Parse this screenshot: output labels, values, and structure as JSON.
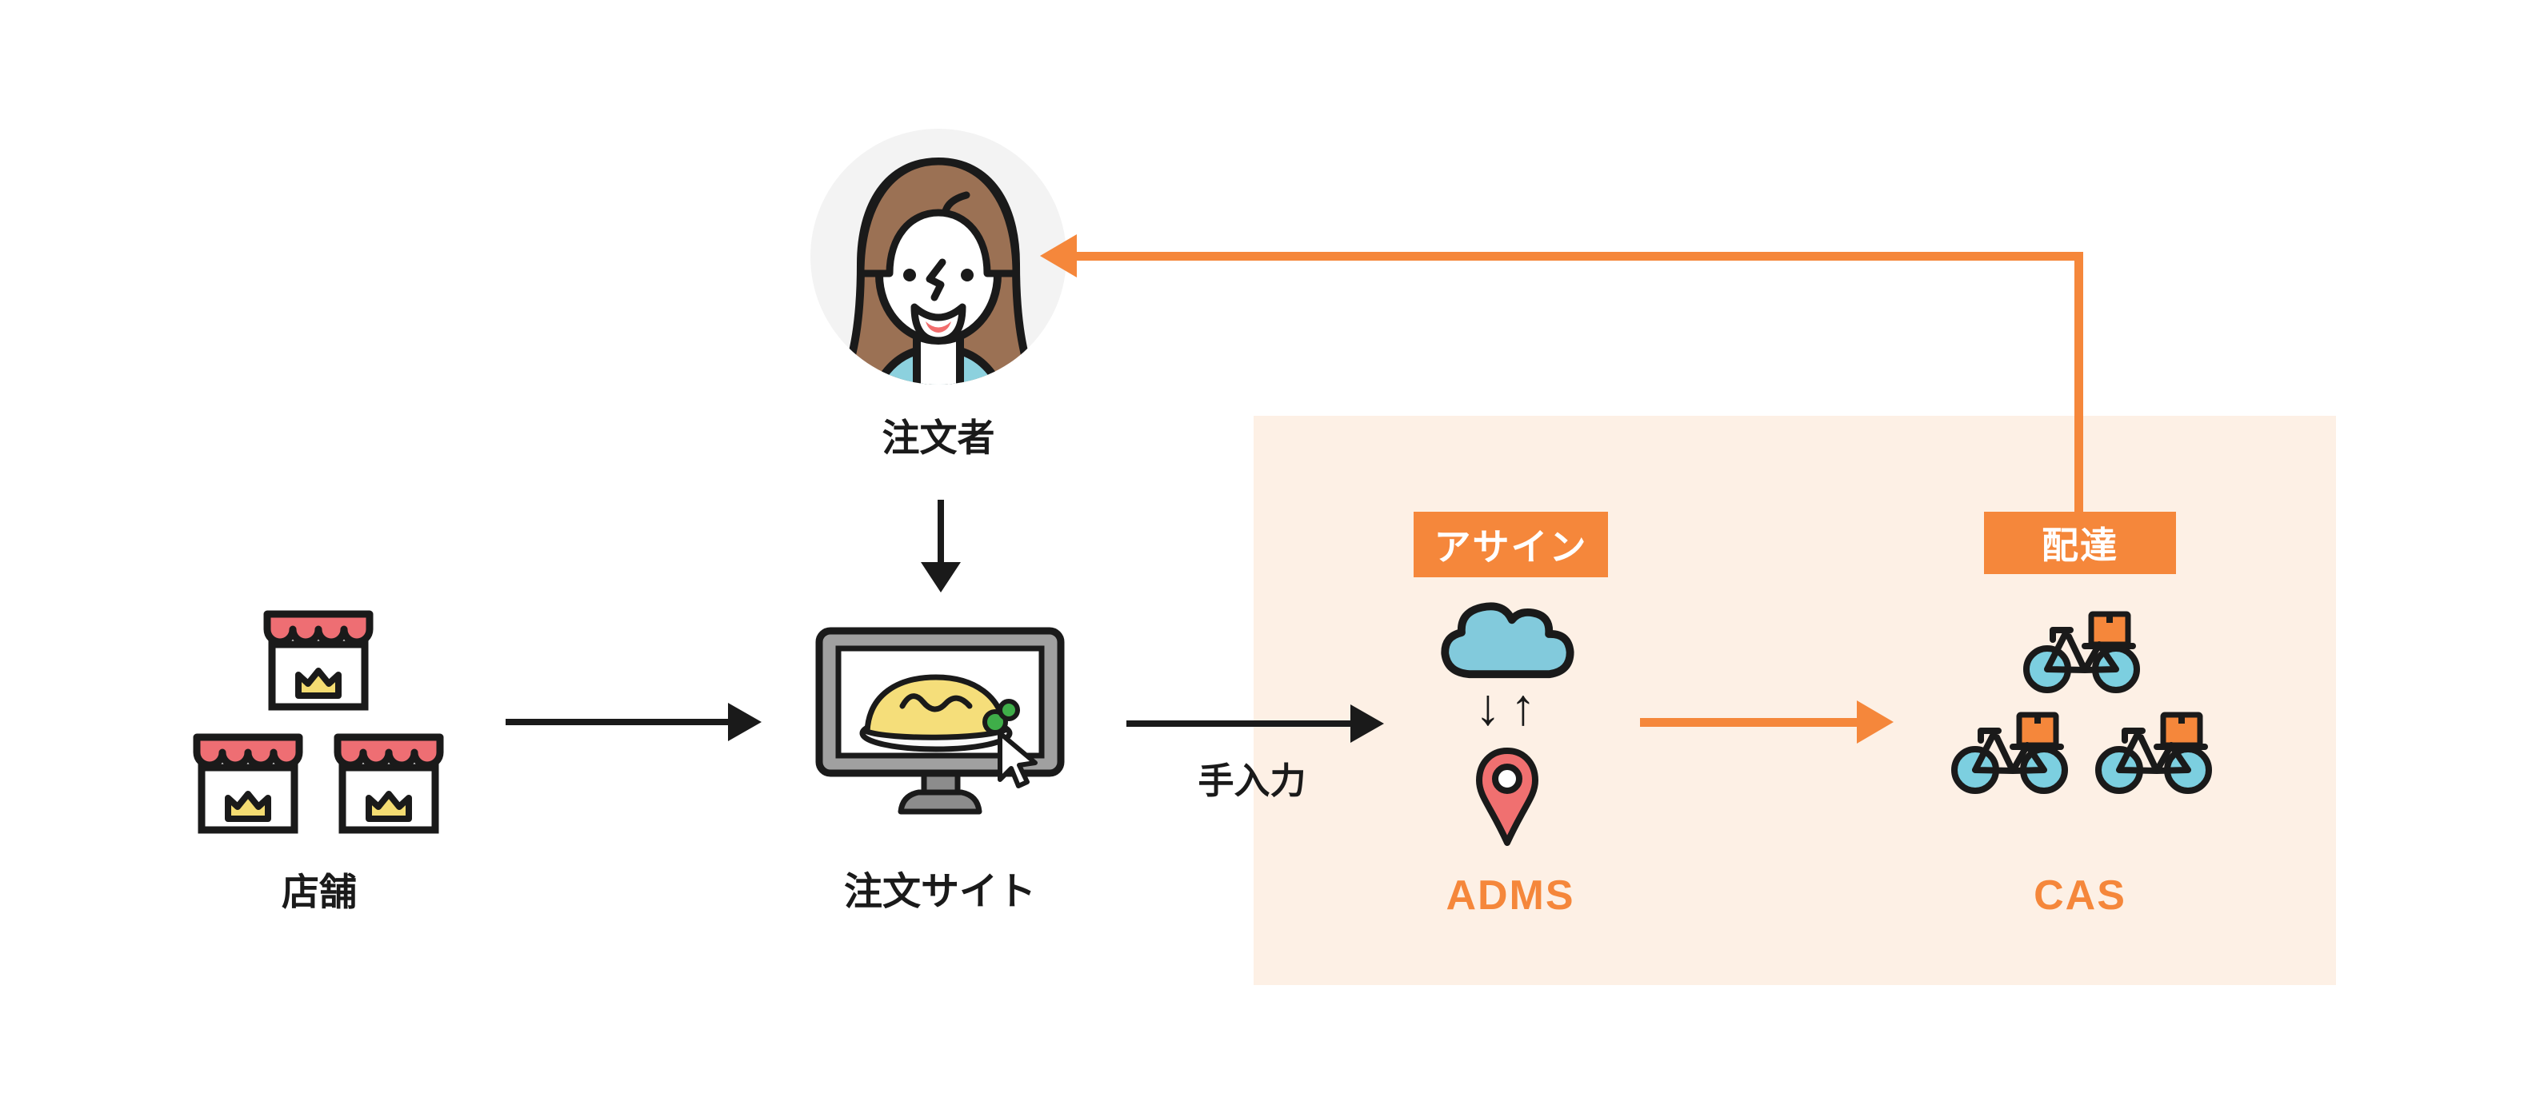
{
  "colors": {
    "accent_orange": "#F5873B",
    "panel_peach": "#FDF0E5",
    "ink_black": "#1A1A1A",
    "store_red": "#EE6E73",
    "crown_yellow": "#F4DC72",
    "cloud_blue": "#82CADC",
    "pin_red": "#F07070",
    "wheel_blue": "#7CCFE0",
    "hair_brown": "#9B7154",
    "shirt_blue": "#8CD1DE",
    "avatar_bg_gray": "#F3F3F3",
    "monitor_gray": "#A0A0A0",
    "stand_gray": "#8C8C8C",
    "omelet_yellow": "#F5DE7A",
    "garnish_green": "#3FAE49",
    "mouth_red": "#F26D6D"
  },
  "nodes": {
    "stores": {
      "label": "店舗"
    },
    "orderer": {
      "label": "注文者"
    },
    "order_site": {
      "label": "注文サイト"
    },
    "adms": {
      "badge": "アサイン",
      "label": "ADMS"
    },
    "cas": {
      "badge": "配達",
      "label": "CAS"
    }
  },
  "edges": {
    "manual_input_label": "手入力",
    "sync_arrows_glyph": "↓↑"
  }
}
